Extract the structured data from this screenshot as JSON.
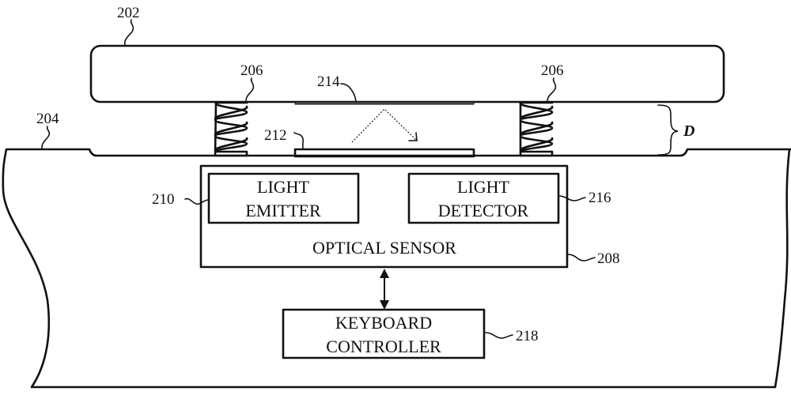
{
  "diagram": {
    "components": {
      "keycap": {
        "ref": "202"
      },
      "housing": {
        "ref": "204"
      },
      "springs": {
        "ref": "206"
      },
      "optical_sensor": {
        "ref": "208",
        "label": "OPTICAL SENSOR"
      },
      "light_emitter": {
        "ref": "210",
        "label_line1": "LIGHT",
        "label_line2": "EMITTER"
      },
      "window": {
        "ref": "212"
      },
      "reflector": {
        "ref": "214"
      },
      "light_detector": {
        "ref": "216",
        "label_line1": "LIGHT",
        "label_line2": "DETECTOR"
      },
      "keyboard_controller": {
        "ref": "218",
        "label_line1": "KEYBOARD",
        "label_line2": "CONTROLLER"
      }
    },
    "distance_label": "D"
  }
}
